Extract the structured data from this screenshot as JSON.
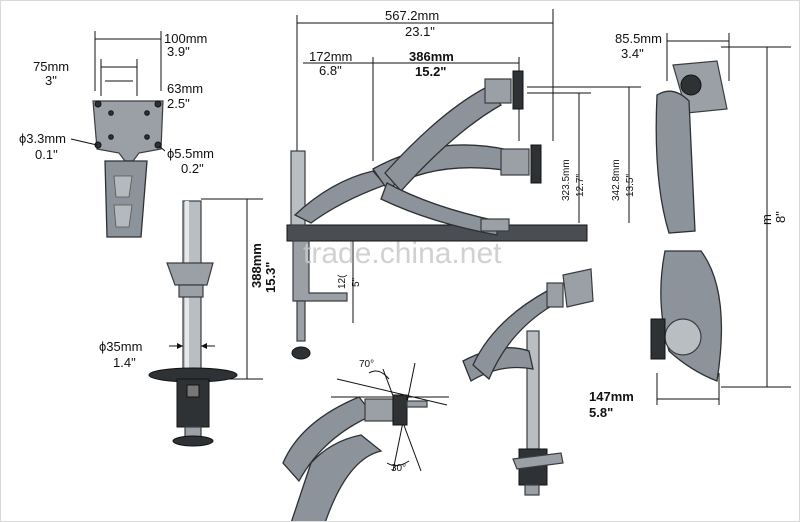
{
  "watermark": "trade.china.net",
  "vesa": {
    "w100_mm": "100mm",
    "w100_in": "3.9\"",
    "w75_mm": "75mm",
    "w75_in": "3\"",
    "w63_mm": "63mm",
    "w63_in": "2.5\"",
    "hole_small_mm": "ϕ3.3mm",
    "hole_small_in": "0.1\"",
    "hole_large_mm": "ϕ5.5mm",
    "hole_large_in": "0.2\""
  },
  "pole": {
    "height_mm": "388mm",
    "height_in": "15.3\"",
    "dia_mm": "ϕ35mm",
    "dia_in": "1.4\""
  },
  "reach": {
    "total_mm": "567.2mm",
    "total_in": "23.1\"",
    "inner_mm": "172mm",
    "inner_in": "6.8\"",
    "arm_mm": "386mm",
    "arm_in": "15.2\"",
    "h1_mm": "323.5mm",
    "h1_in": "12.7\"",
    "h2_mm": "342.8mm",
    "h2_in": "13.5\"",
    "clamp_mm": "12(",
    "clamp_in": "5\""
  },
  "side": {
    "top_mm": "85.5mm",
    "top_in": "3.4\"",
    "height_mm": "m",
    "height_in": "8\"",
    "base_mm": "147mm",
    "base_in": "5.8\""
  },
  "tilt": {
    "up": "70°",
    "down": "30°"
  }
}
